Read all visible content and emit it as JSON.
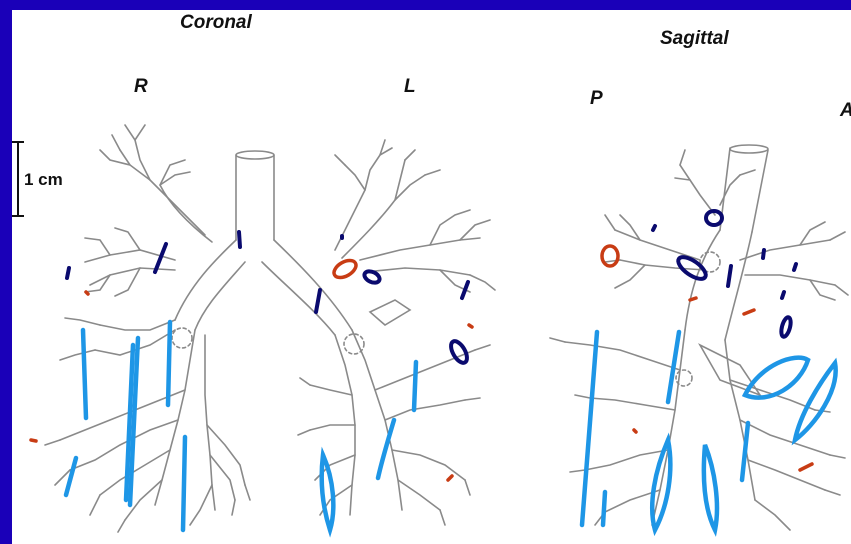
{
  "views": {
    "coronal_title": "Coronal",
    "sagittal_title": "Sagittal"
  },
  "orientation": {
    "coronal_left": "R",
    "coronal_right": "L",
    "sagittal_left": "P",
    "sagittal_right": "A"
  },
  "scale_bar": {
    "label": "1 cm"
  },
  "colors": {
    "frame": "#1a00b8",
    "background": "#ffffff",
    "outline": "#8a8a8a",
    "light_blue_marks": "#1e96e6",
    "dark_blue_marks": "#0a0a6e",
    "red_marks": "#c83c14"
  }
}
